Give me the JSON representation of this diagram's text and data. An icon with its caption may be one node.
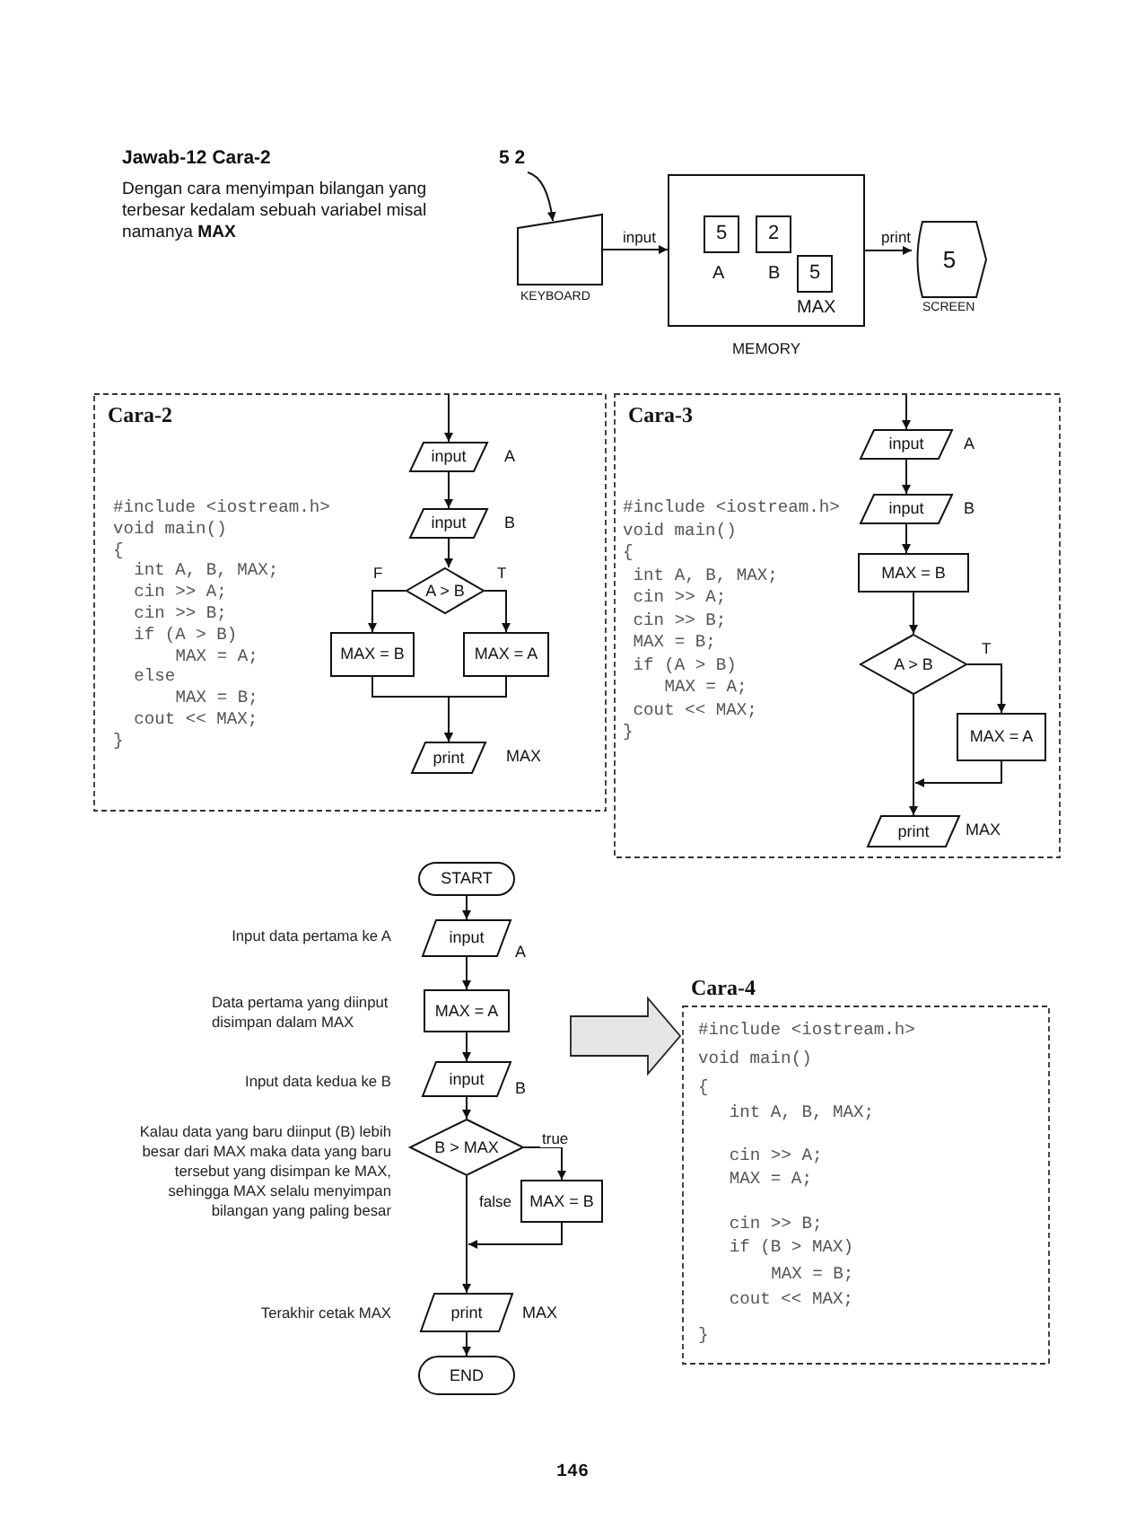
{
  "diagram": {
    "title": "Jawab-12 Cara-2",
    "nodes": [
      {
        "text": [
          "5 2"
        ]
      },
      {
        "text": [],
        "shape": "box",
        "beside": [
          "KEYBOARD"
        ]
      },
      {
        "text": [
          "MEMORY"
        ]
      },
      {
        "text": [
          "5"
        ],
        "beside": [
          "A"
        ],
        "in": 2
      },
      {
        "text": [
          "2"
        ],
        "beside": [
          "B"
        ],
        "in": 2
      },
      {
        "text": [
          "5"
        ],
        "beside": [
          "MAX"
        ],
        "in": 2
      },
      {
        "text": [
          "5"
        ],
        "beside": [
          "SCREEN"
        ]
      },
      {
        "text": [
          "Cara-2"
        ]
      },
      {
        "text": [
          "input"
        ],
        "beside": [
          "A"
        ],
        "in": 7
      },
      {
        "text": [
          "input"
        ],
        "beside": [
          "B"
        ],
        "in": 7
      },
      {
        "text": [
          "A > B"
        ],
        "in": 7
      },
      {
        "text": [
          "MAX = B"
        ],
        "in": 7
      },
      {
        "text": [
          "MAX = A"
        ],
        "in": 7
      },
      {
        "text": [
          "print"
        ],
        "beside": [
          "MAX"
        ],
        "in": 7
      },
      {
        "text": [
          "Cara-3"
        ]
      },
      {
        "text": [
          "input"
        ],
        "beside": [
          "A"
        ],
        "in": 14
      },
      {
        "text": [
          "input"
        ],
        "beside": [
          "B"
        ],
        "in": 14
      },
      {
        "text": [
          "MAX = B"
        ],
        "in": 14
      },
      {
        "text": [
          "A > B"
        ],
        "in": 14
      },
      {
        "text": [
          "MAX = A"
        ],
        "in": 14
      },
      {
        "text": [
          "print"
        ],
        "beside": [
          "MAX"
        ],
        "in": 14
      },
      {
        "text": [
          "START"
        ]
      },
      {
        "text": [
          "input"
        ],
        "beside": [
          "A"
        ]
      },
      {
        "text": [
          "MAX = A"
        ]
      },
      {
        "text": [
          "input"
        ],
        "beside": [
          "B"
        ]
      },
      {
        "text": [
          "B > MAX"
        ]
      },
      {
        "text": [
          "MAX = B"
        ]
      },
      {
        "text": [
          "print"
        ],
        "beside": [
          "MAX"
        ]
      },
      {
        "text": [
          "END"
        ]
      },
      {
        "text": [
          "Cara-4"
        ]
      }
    ],
    "edges": [
      {
        "from": 0,
        "to": 1,
        "arrow": "to"
      },
      {
        "from": 1,
        "to": 2,
        "arrow": "to",
        "label": "input"
      },
      {
        "from": 2,
        "to": 6,
        "arrow": "to",
        "label": "print"
      },
      {
        "from": null,
        "to": 8,
        "arrow": "to"
      },
      {
        "from": 8,
        "to": 9,
        "arrow": "to"
      },
      {
        "from": 9,
        "to": 10,
        "arrow": "to"
      },
      {
        "from": 10,
        "to": 11,
        "arrow": "to",
        "label": "F"
      },
      {
        "from": 10,
        "to": 12,
        "arrow": "to",
        "label": "T"
      },
      {
        "from": 11,
        "to": 13,
        "arrow": "to"
      },
      {
        "from": 12,
        "to": 13,
        "arrow": "to"
      },
      {
        "from": null,
        "to": 15,
        "arrow": "to"
      },
      {
        "from": 15,
        "to": 16,
        "arrow": "to"
      },
      {
        "from": 16,
        "to": 17,
        "arrow": "to"
      },
      {
        "from": 17,
        "to": 18,
        "arrow": "to"
      },
      {
        "from": 18,
        "to": 19,
        "arrow": "to",
        "label": "T"
      },
      {
        "from": 18,
        "to": 20,
        "arrow": "to"
      },
      {
        "from": 19,
        "to": 20,
        "arrow": "to"
      },
      {
        "from": 21,
        "to": 22,
        "arrow": "to"
      },
      {
        "from": 22,
        "to": 23,
        "arrow": "to"
      },
      {
        "from": 23,
        "to": 24,
        "arrow": "to"
      },
      {
        "from": 24,
        "to": 25,
        "arrow": "to"
      },
      {
        "from": 25,
        "to": 26,
        "arrow": "to",
        "label": "true"
      },
      {
        "from": 25,
        "to": 27,
        "arrow": "to",
        "label": "false"
      },
      {
        "from": 26,
        "to": 27,
        "arrow": "to"
      },
      {
        "from": 27,
        "to": 28,
        "arrow": "to"
      },
      {
        "from": null,
        "to": 29,
        "arrow": "to",
        "style": "thick"
      }
    ],
    "labels": [
      "Dengan cara menyimpan bilangan yang terbesar kedalam sebuah variabel misal namanya **MAX**",
      "#include <iostream.h>",
      "void main()",
      "{",
      "int A, B, MAX;",
      "cin >> A;",
      "cin >> B;",
      "if (A > B)",
      "MAX = A;",
      "else",
      "MAX = B;",
      "cout << MAX;",
      "}",
      "#include <iostream.h>",
      "void main()",
      "{",
      "int A, B, MAX;",
      "cin >> A;",
      "cin >> B;",
      "MAX = B;",
      "if (A > B)",
      "MAX = A;",
      "cout << MAX;",
      "}",
      "Input data pertama ke A",
      "Data pertama yang diinput disimpan dalam MAX",
      "Input data kedua ke B",
      "Kalau data yang baru diinput (B) lebih besar dari MAX maka data yang baru tersebut yang disimpan ke MAX, sehingga MAX selalu menyimpan bilangan yang paling besar",
      "Terakhir cetak MAX",
      "#include <iostream.h>",
      "void main()",
      "{",
      "int A, B, MAX;",
      "cin >> A;",
      "MAX = A;",
      "cin >> B;",
      "if (B > MAX)",
      "MAX = B;",
      "cout << MAX;",
      "}",
      "146"
    ]
  }
}
